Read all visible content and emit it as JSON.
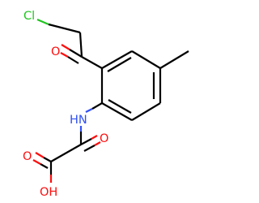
{
  "molecule": {
    "atoms": {
      "chlorine": "Cl",
      "ketone_oxygen": "O",
      "amide_nitrogen": "HN",
      "amide_oxygen": "O",
      "acid_carbonyl_oxygen": "O",
      "hydroxyl": "OH"
    },
    "colors": {
      "bond": "#000000",
      "oxygen": "#ff0d0d",
      "nitrogen": "#3050f8",
      "chlorine": "#1fc51f"
    }
  }
}
